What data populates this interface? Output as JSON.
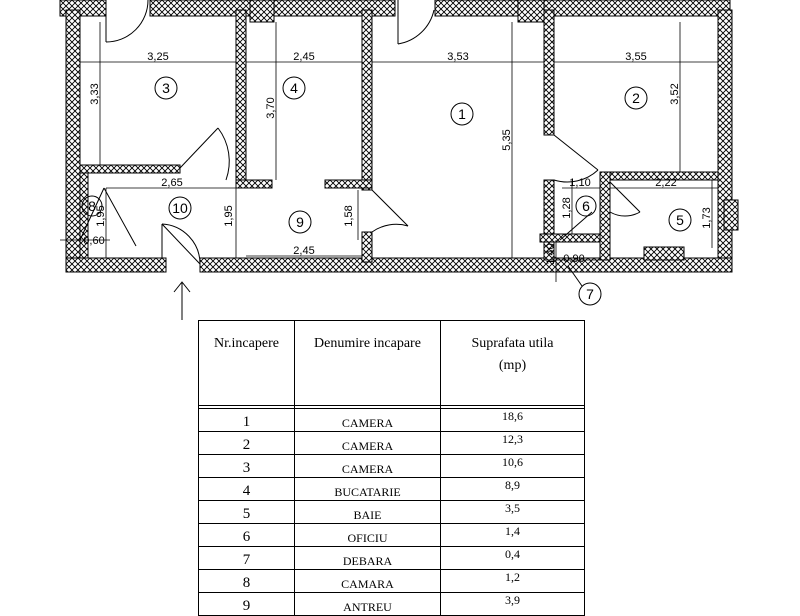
{
  "plan": {
    "room_labels": [
      "1",
      "2",
      "3",
      "4",
      "5",
      "6",
      "7",
      "8",
      "9",
      "10"
    ],
    "dimensions": {
      "d_3_25": "3,25",
      "d_2_45_top": "2,45",
      "d_3_53": "3,53",
      "d_3_55": "3,55",
      "d_3_33": "3,33",
      "d_3_70": "3,70",
      "d_5_35": "5,35",
      "d_3_52": "3,52",
      "d_2_65": "2,65",
      "d_1_95_a": "1,95",
      "d_0_60": "0,60",
      "d_1_95_b": "1,95",
      "d_1_58": "1,58",
      "d_2_45_bottom": "2,45",
      "d_1_10": "1,10",
      "d_2_22": "2,22",
      "d_1_28": "1,28",
      "d_1_73": "1,73",
      "d_1_40": "1,40",
      "d_0_90": "0,90"
    }
  },
  "table": {
    "headers": {
      "nr": "Nr.incapere",
      "name": "Denumire incapare",
      "area_line1": "Suprafata utila",
      "area_line2": "(mp)"
    },
    "rows": [
      {
        "nr": "1",
        "name": "CAMERA",
        "area": "18,6"
      },
      {
        "nr": "2",
        "name": "CAMERA",
        "area": "12,3"
      },
      {
        "nr": "3",
        "name": "CAMERA",
        "area": "10,6"
      },
      {
        "nr": "4",
        "name": "BUCATARIE",
        "area": "8,9"
      },
      {
        "nr": "5",
        "name": "BAIE",
        "area": "3,5"
      },
      {
        "nr": "6",
        "name": "OFICIU",
        "area": "1,4"
      },
      {
        "nr": "7",
        "name": "DEBARA",
        "area": "0,4"
      },
      {
        "nr": "8",
        "name": "CAMARA",
        "area": "1,2"
      },
      {
        "nr": "9",
        "name": "ANTREU",
        "area": "3,9"
      }
    ]
  }
}
